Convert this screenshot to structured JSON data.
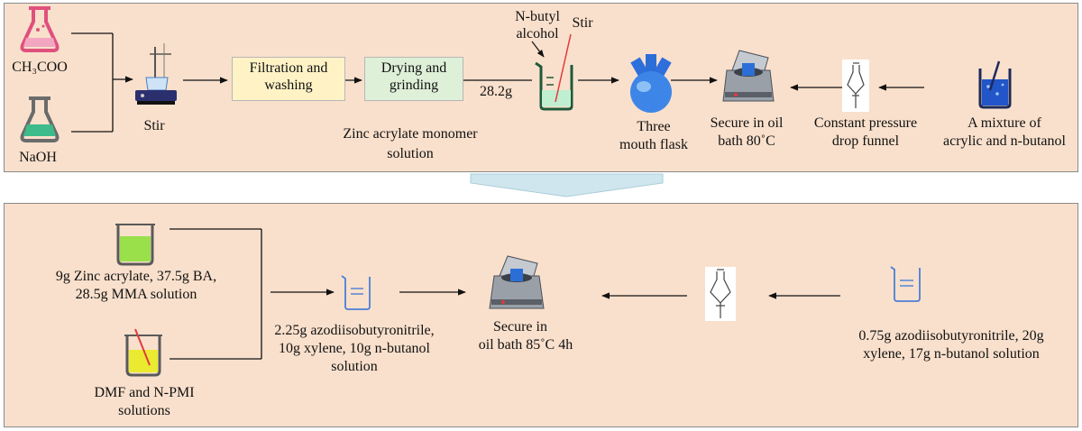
{
  "top_row": {
    "ch3coo_label": "CH₃COO",
    "naoh_label": "NaOH",
    "stir_label": "Stir",
    "filtration_line1": "Filtration and",
    "filtration_line2": "washing",
    "drying_line1": "Drying and",
    "drying_line2": "grinding",
    "mass_label": "28.2g",
    "zinc_monomer_line1": "Zinc acrylate monomer",
    "zinc_monomer_line2": "solution",
    "butyl_line1": "N-butyl",
    "butyl_line2": "alcohol",
    "stir2_label": "Stir",
    "flask_line1": "Three",
    "flask_line2": "mouth flask",
    "bath_line1": "Secure in oil",
    "bath_line2": "bath 80˚C",
    "funnel_line1": "Constant pressure",
    "funnel_line2": "drop funnel",
    "mixture_line1": "A mixture of",
    "mixture_line2": "acrylic and n-butanol"
  },
  "bottom_row": {
    "zinc_solution_line1": "9g Zinc acrylate, 37.5g BA,",
    "zinc_solution_line2": "28.5g MMA solution",
    "dmf_line1": "DMF and N-PMI",
    "dmf_line2": "solutions",
    "azo1_line1": "2.25g azodiisobutyronitrile,",
    "azo1_line2": "10g xylene, 10g n-butanol",
    "azo1_line3": "solution",
    "bath_line1": "Secure in",
    "bath_line2": "oil bath 85˚C 4h",
    "azo2_line1": "0.75g azodiisobutyronitrile, 20g",
    "azo2_line2": "xylene, 17g n-butanol solution"
  },
  "colors": {
    "panel_fill": "#f9e0cc",
    "filtration_fill": "#fff3c6",
    "drying_fill": "#def0d8",
    "transition_chevron": "#cfe6ee",
    "flask_pink": "#e0507e",
    "flask_green": "#3dbb8a",
    "flask_blue": "#2b6fd6",
    "beaker_green": "#99e04a",
    "beaker_yellow": "#eaea30"
  },
  "icons": [
    "erlenmeyer-flask-icon",
    "stir-plate-icon",
    "beaker-icon",
    "three-neck-flask-icon",
    "oil-bath-icon",
    "dropping-funnel-icon",
    "beaker-with-rod-icon",
    "empty-beaker-icon"
  ]
}
